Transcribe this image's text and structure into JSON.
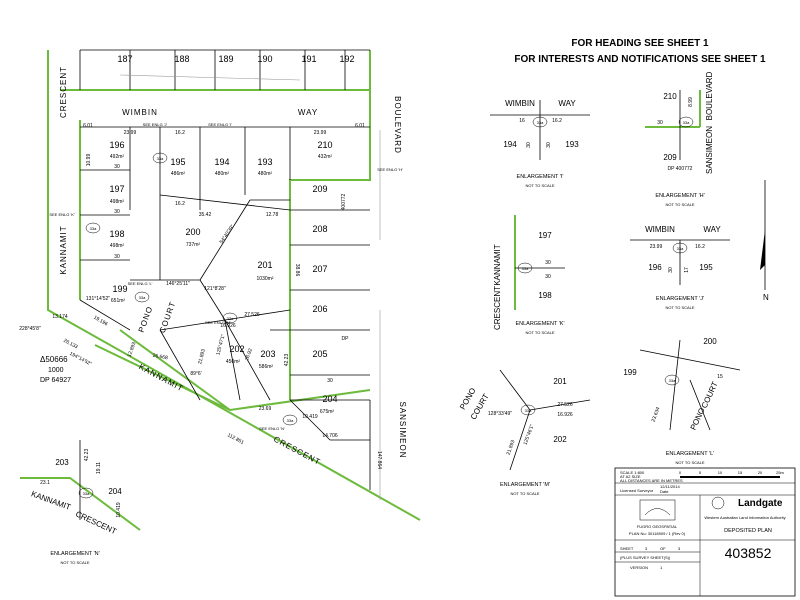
{
  "header": {
    "line1": "FOR HEADING SEE SHEET 1",
    "line2": "FOR INTERESTS AND NOTIFICATIONS SEE SHEET 1"
  },
  "main_plan": {
    "roads": {
      "wimbin": "WIMBIN",
      "way": "WAY",
      "boulevard": "BOULEVARD",
      "crescent_top": "CRESCENT",
      "kannamit_left": "KANNAMIT",
      "pono": "PONO",
      "court": "COURT",
      "kannamit_bottom": "KANNAMIT",
      "crescent_bottom": "CRESCENT",
      "sansimeon": "SANSIMEON"
    },
    "top_lots": [
      "187",
      "188",
      "189",
      "190",
      "191",
      "192"
    ],
    "lots": [
      {
        "id": "lot-196",
        "number": "196",
        "area": "492m²"
      },
      {
        "id": "lot-195",
        "number": "195",
        "area": "486m²"
      },
      {
        "id": "lot-194",
        "number": "194",
        "area": "480m²"
      },
      {
        "id": "lot-193",
        "number": "193",
        "area": "480m²"
      },
      {
        "id": "lot-210",
        "number": "210",
        "area": "432m²"
      },
      {
        "id": "lot-209",
        "number": "209",
        "area": ""
      },
      {
        "id": "lot-197",
        "number": "197",
        "area": "498m²"
      },
      {
        "id": "lot-198",
        "number": "198",
        "area": "498m²"
      },
      {
        "id": "lot-200",
        "number": "200",
        "area": "737m²"
      },
      {
        "id": "lot-208",
        "number": "208",
        "area": ""
      },
      {
        "id": "lot-201",
        "number": "201",
        "area": "1030m²"
      },
      {
        "id": "lot-207",
        "number": "207",
        "area": ""
      },
      {
        "id": "lot-199",
        "number": "199",
        "area": "651m²"
      },
      {
        "id": "lot-206",
        "number": "206",
        "area": ""
      },
      {
        "id": "lot-202",
        "number": "202",
        "area": "450m²"
      },
      {
        "id": "lot-203",
        "number": "203",
        "area": "586m²"
      },
      {
        "id": "lot-205",
        "number": "205",
        "area": ""
      },
      {
        "id": "lot-204",
        "number": "204",
        "area": "675m²"
      }
    ],
    "dims": {
      "d2399a": "23.99",
      "d162a": "16.2",
      "d2399b": "23.99",
      "d1099": "10.99",
      "d3542": "35.42",
      "d1278": "12.78",
      "d601a": "6.01",
      "d601b": "6.01",
      "d30a": "30",
      "d30b": "30",
      "d30c": "30",
      "d30d": "30",
      "d13174": "13.174",
      "d19196": "19.196",
      "d26133": "26.133",
      "d26668": "26.668",
      "d12893": "12.893",
      "d112851": "112.851",
      "d14706": "14.706",
      "d2369": "23.69",
      "d3886": "38.86",
      "d2422": "42.23",
      "d2692": "26.92",
      "d27526": "27.526",
      "d16926": "16.926",
      "d2189": "21.893",
      "d1008": "10.419",
      "d1683": "16.2",
      "d1471": "147.864"
    },
    "enlargement_refs": {
      "enl_i": "SEE ENLG 'I'",
      "enl_j": "SEE ENLG 'J'",
      "enl_h": "SEE ENLG 'H'",
      "enl_k": "SEE ENLG 'K'",
      "enl_l": "SEE ENLG 'L'",
      "enl_m": "SEE ENLG 'M'",
      "enl_n": "SEE ENLG 'N'"
    },
    "circle_label": "33a",
    "bearing_labels": {
      "b1": "146°25'11\"",
      "b2": "121°8'28\"",
      "b3": "54°40'39\"",
      "b4": "125°47'1\"",
      "b5": "89°6'",
      "b6": "194°14'52\"",
      "b7": "228°45'8\"",
      "b8": "131°14'52\""
    },
    "dp_ref": {
      "code": "Δ50666",
      "num": "1000",
      "dp": "DP 64927"
    },
    "lot400772": "400772",
    "dp_small": "DP"
  },
  "enlargements": {
    "i": {
      "road1": "WIMBIN",
      "road2": "WAY",
      "lots": [
        "194",
        "193"
      ],
      "caption": "ENLARGEMENT 'I'",
      "note": "NOT TO SCALE",
      "d1": "16",
      "d2": "16.2",
      "d3": "30",
      "d4": "30"
    },
    "h": {
      "road1": "SANSIMEON",
      "road2": "BOULEVARD",
      "lots": [
        "210",
        "209"
      ],
      "dp": "DP 400772",
      "caption": "ENLARGEMENT 'H'",
      "note": "NOT TO SCALE",
      "d1": "30",
      "d2": "8.99"
    },
    "k": {
      "road1": "KANNAMIT",
      "road2": "CRESCENT",
      "lots": [
        "197",
        "198"
      ],
      "caption": "ENLARGEMENT 'K'",
      "note": "NOT TO SCALE",
      "d1": "30",
      "d2": "30"
    },
    "j": {
      "road1": "WIMBIN",
      "road2": "WAY",
      "lots": [
        "196",
        "195"
      ],
      "caption": "ENLARGEMENT 'J'",
      "note": "NOT TO SCALE",
      "d1": "23.99",
      "d2": "16.2",
      "d3": "30",
      "d4": "17"
    },
    "l": {
      "road1": "PONO",
      "road2": "COURT",
      "lots": [
        "200",
        "199"
      ],
      "caption": "ENLARGEMENT 'L'",
      "note": "NOT TO SCALE",
      "d1": "15",
      "d2": "23.634"
    },
    "m": {
      "road1": "PONO",
      "road2": "COURT",
      "lots": [
        "201",
        "202"
      ],
      "caption": "ENLARGEMENT 'M'",
      "note": "NOT TO SCALE",
      "d1": "27.526",
      "d2": "16.926",
      "d3": "21.893",
      "b1": "128°33'49\"",
      "b2": "125°46'1\""
    },
    "n": {
      "road1": "KANNAMIT",
      "road2": "CRESCENT",
      "lots": [
        "203",
        "204"
      ],
      "caption": "ENLARGEMENT 'N'",
      "note": "NOT TO SCALE",
      "d1": "23.1",
      "d2": "42.23",
      "d3": "19.11",
      "d4": "10.419"
    }
  },
  "north": {
    "label": "N"
  },
  "title_block": {
    "scale": "SCALE 1:800",
    "scale_note1": "AT A2 SIZE",
    "scale_note2": "ALL DISTANCES ARE IN METRES",
    "scale_ticks": [
      "0",
      "5",
      "10",
      "15",
      "20",
      "25m"
    ],
    "licensed": "Licensed Surveyor",
    "date_label": "Date",
    "date": "12/11/2014",
    "firm": "FUGRO GEOSPATIAL",
    "plan_no": "PLAN No: 30118909 / 1 (Rev 0)",
    "agency": "Landgate",
    "agency_sub": "Western Australian Land Information Authority",
    "plan_type": "DEPOSITED PLAN",
    "plan_number": "403852",
    "sheet_label": "SHEET",
    "sheet_num": "3",
    "of_label": "OF",
    "sheet_total": "3",
    "sheet_note": "(PLUS SURVEY SHEET(S))",
    "version_label": "VERSION",
    "version": "1"
  },
  "colors": {
    "boundary_green": "#6cbb3c",
    "line": "#000000"
  }
}
